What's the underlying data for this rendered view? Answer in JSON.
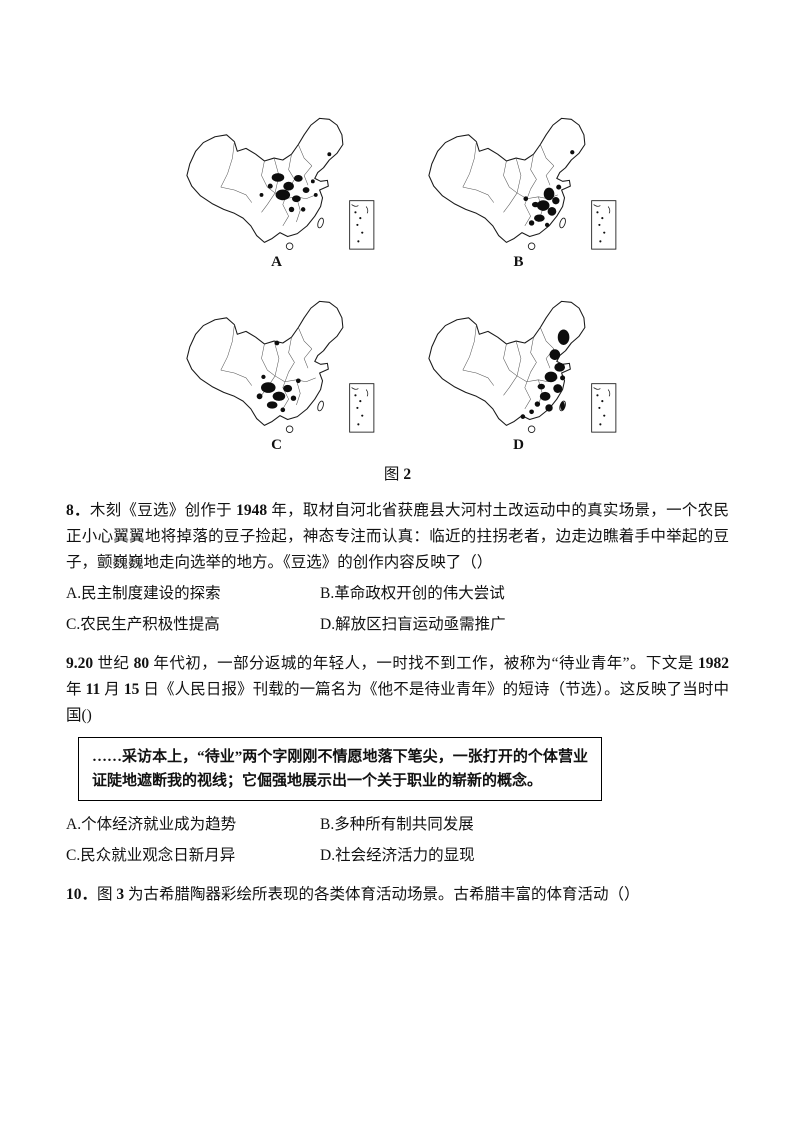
{
  "figure2": {
    "caption_rich": [
      {
        "t": "图 ",
        "b": false
      },
      {
        "t": "2",
        "b": true
      }
    ],
    "maps": [
      {
        "label": "A"
      },
      {
        "label": "B"
      },
      {
        "label": "C"
      },
      {
        "label": "D"
      }
    ]
  },
  "q8": {
    "text": [
      {
        "t": "8．",
        "b": true
      },
      {
        "t": "木刻《豆选》创作于 ",
        "b": false
      },
      {
        "t": "1948 ",
        "b": true
      },
      {
        "t": "年，取材自河北省获鹿县大河村土改运动中的真实场景，一个农民正小心翼翼地将掉落的豆子捡起，神态专注而认真：临近的拄拐老者，边走边瞧着手中举起的豆子，颤巍巍地走向选举的地方。《豆选》的创作内容反映了（）",
        "b": false
      }
    ],
    "options": [
      "A.民主制度建设的探索",
      "B.革命政权开创的伟大尝试",
      "C.农民生产积极性提高",
      "D.解放区扫盲运动亟需推广"
    ]
  },
  "q9": {
    "text": [
      {
        "t": "9.",
        "b": true
      },
      {
        "t": "20 ",
        "b": true
      },
      {
        "t": "世纪 ",
        "b": false
      },
      {
        "t": "80 ",
        "b": true
      },
      {
        "t": "年代初，一部分返城的年轻人，一时找不到工作，被称为“待业青年”。下文是 ",
        "b": false
      },
      {
        "t": "1982 ",
        "b": true
      },
      {
        "t": "年 ",
        "b": false
      },
      {
        "t": "11 ",
        "b": true
      },
      {
        "t": "月 ",
        "b": false
      },
      {
        "t": "15 ",
        "b": true
      },
      {
        "t": "日《人民日报》刊载的一篇名为《他不是待业青年》的短诗（节选）。这反映了当时中国()",
        "b": false
      }
    ],
    "quote": "……采访本上，“待业”两个字刚刚不情愿地落下笔尖，一张打开的个体营业证陡地遮断我的视线；它倔强地展示出一个关于职业的崭新的概念。",
    "options": [
      "A.个体经济就业成为趋势",
      "B.多种所有制共同发展",
      "C.民众就业观念日新月异",
      "D.社会经济活力的显现"
    ]
  },
  "q10": {
    "text": [
      {
        "t": "10．",
        "b": true
      },
      {
        "t": "图 ",
        "b": false
      },
      {
        "t": "3 ",
        "b": true
      },
      {
        "t": "为古希腊陶器彩绘所表现的各类体育活动场景。古希腊丰富的体育活动（）",
        "b": false
      }
    ]
  }
}
